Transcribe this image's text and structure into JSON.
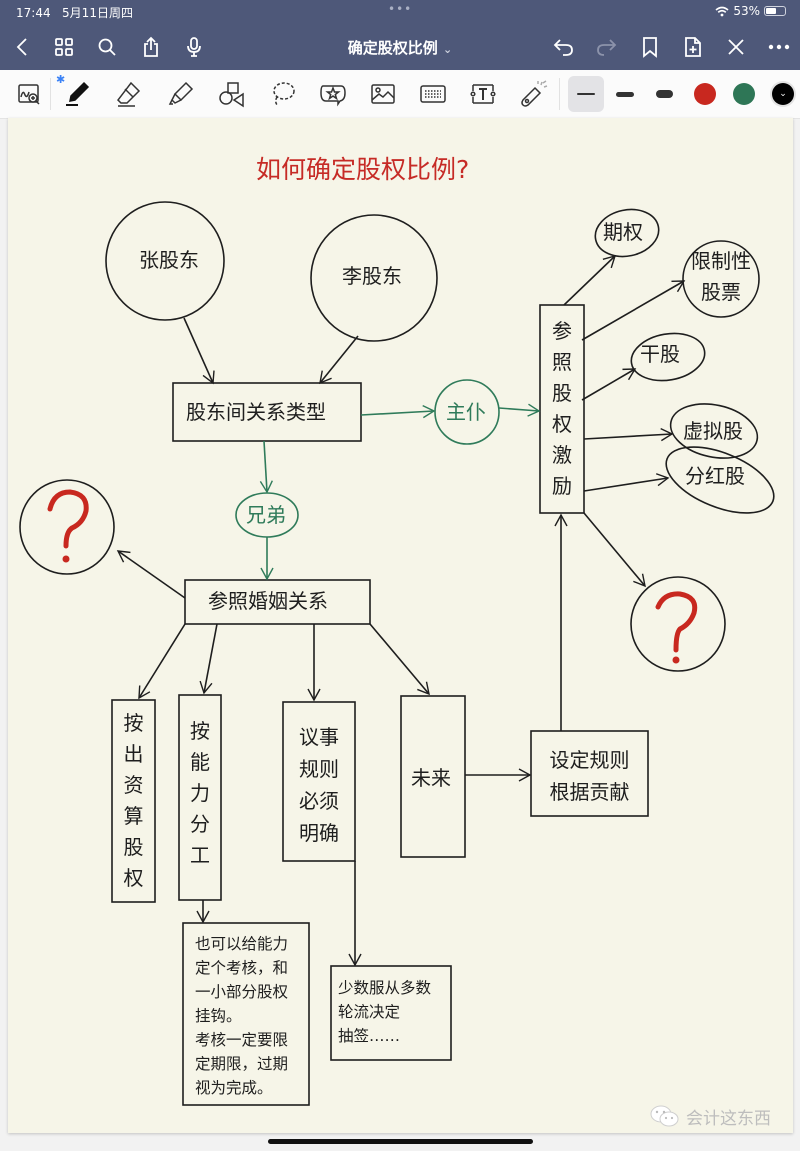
{
  "status_bar": {
    "time": "17:44",
    "date": "5月11日周四",
    "multitask_dots": "•••",
    "battery_percent": "53%",
    "battery_level": 0.53
  },
  "nav_bar": {
    "title": "确定股权比例",
    "title_chevron": "⌄",
    "left_icons": [
      "back-icon",
      "thumbnails-grid-icon",
      "search-icon",
      "share-icon",
      "microphone-icon"
    ],
    "right_icons": [
      "undo-icon",
      "redo-icon",
      "bookmark-icon",
      "add-page-icon",
      "close-pen-icon",
      "more-icon"
    ]
  },
  "toolbar": {
    "tools": [
      "zoom-window-icon",
      "pen-icon",
      "eraser-icon",
      "highlighter-icon",
      "shapes-icon",
      "lasso-icon",
      "elements-sticker-icon",
      "image-icon",
      "keyboard-icon",
      "text-box-icon",
      "laser-pointer-icon"
    ],
    "bluetooth_indicator": "✱",
    "stroke_widths": [
      "thin",
      "medium",
      "thick"
    ],
    "selected_stroke": "thin",
    "colors": [
      "#c8281f",
      "#2e7656",
      "#000000"
    ],
    "color_picker_chevron": "⌄"
  },
  "note": {
    "title": "如何确定股权比例?",
    "colors": {
      "ink": "#1e1e1e",
      "title_red": "#c62b26",
      "green": "#2f7b5a",
      "paper": "#f6f5e8"
    },
    "nodes": {
      "shareholder_zhang": "张股东",
      "shareholder_li": "李股东",
      "relationship_type": "股东间关系类型",
      "master_servant": "主仆",
      "brothers": "兄弟",
      "marriage_reference": "参照婚姻关系",
      "equity_incentive": "参\n照\n股\n权\n激\n励",
      "stock_options": "期权",
      "restricted_stock": "限制性\n股票",
      "dry_shares": "干股",
      "virtual_shares": "虚拟股",
      "dividend_shares": "分红股",
      "question_left": "?",
      "question_right": "?",
      "by_capital": "按\n出\n资\n算\n股\n权",
      "by_ability": "按\n能\n力\n分\n工",
      "rules_clear": "议事\n规则\n必须\n明确",
      "future": "未来",
      "set_rules": "设定规则\n根据贡献",
      "ability_note": "也可以给能力\n定个考核，和\n一小部分股权\n挂钩。\n考核一定要限\n定期限，过期\n视为完成。",
      "voting_note": "少数服从多数\n轮流决定\n抽签……"
    }
  },
  "watermark": {
    "icon": "wechat-icon",
    "text": "会计这东西"
  }
}
